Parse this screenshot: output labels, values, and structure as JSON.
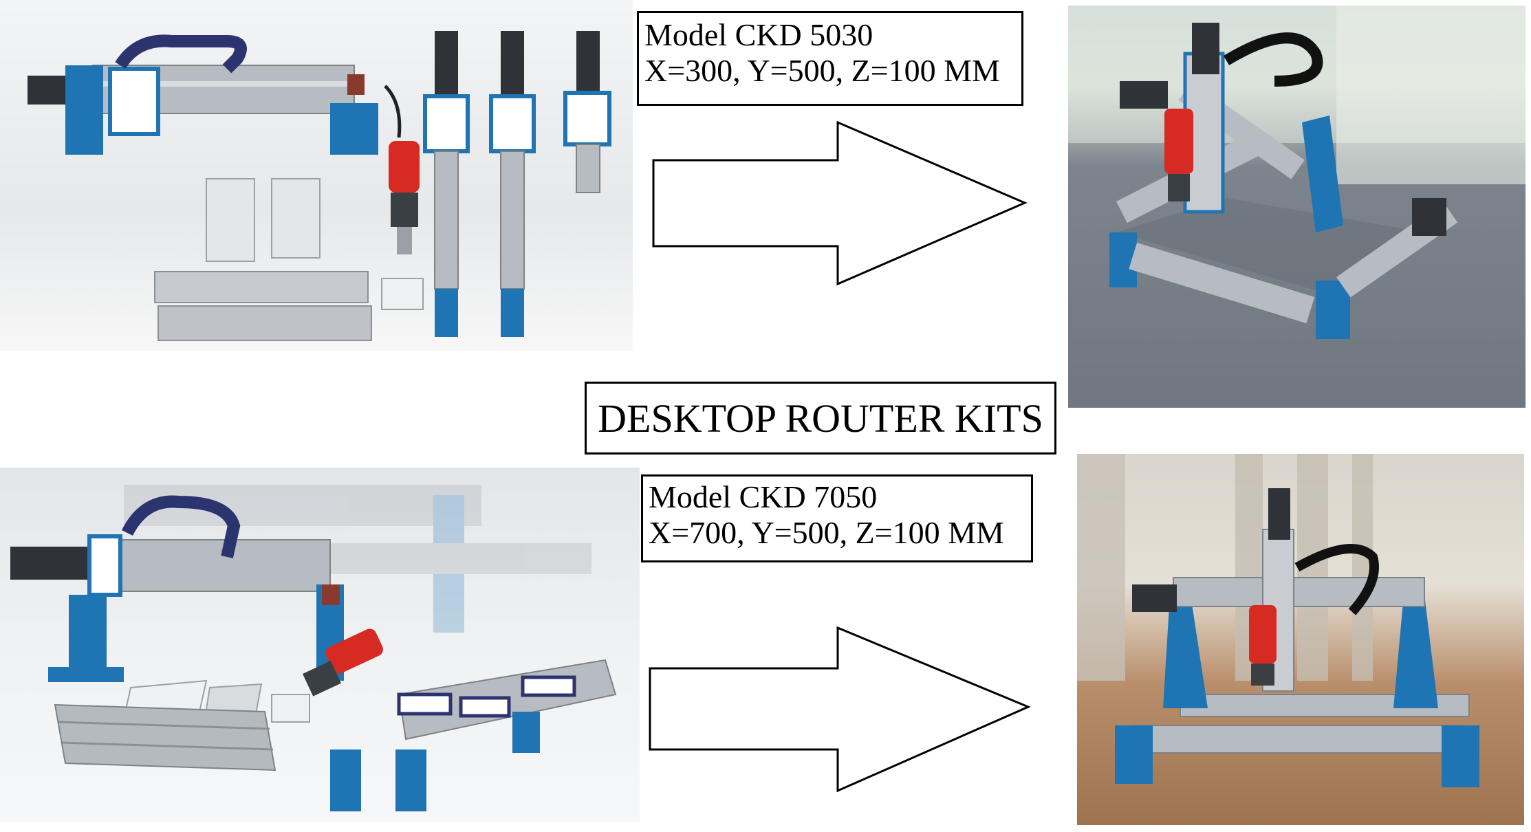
{
  "title": "DESKTOP ROUTER KITS",
  "models": [
    {
      "name": "Model CKD 5030",
      "dims": "X=300, Y=500, Z=100 MM"
    },
    {
      "name": "Model CKD 7050",
      "dims": "X=700, Y=500, Z=100 MM"
    }
  ],
  "colors": {
    "accent_blue": "#1f74b4",
    "spindle_red": "#d62a22",
    "cable_chain": "#2c3470",
    "aluminum": "#b7bcc2",
    "motor_dark": "#2f3338"
  },
  "panels": {
    "exploded_top": "exploded-parts-render-5030",
    "assembled_top": "assembled-router-render-5030",
    "exploded_bottom": "exploded-parts-render-7050",
    "assembled_bottom": "assembled-router-render-7050"
  }
}
